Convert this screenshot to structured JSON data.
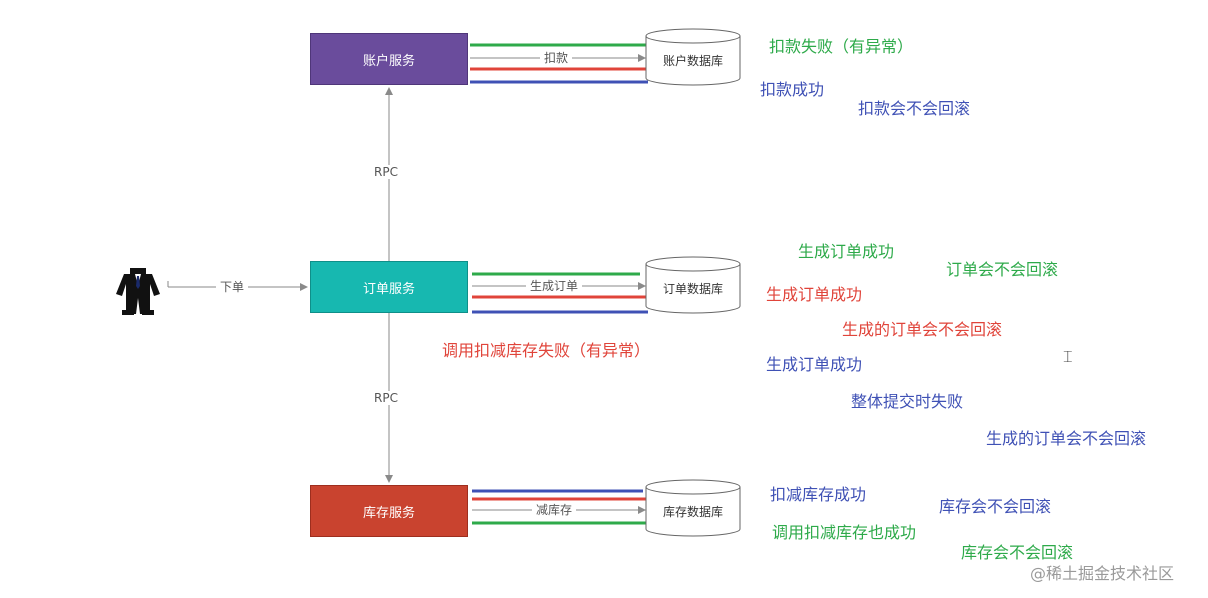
{
  "services": {
    "account": "账户服务",
    "order": "订单服务",
    "stock": "库存服务"
  },
  "databases": {
    "account": "账户数据库",
    "order": "订单数据库",
    "stock": "库存数据库"
  },
  "edges": {
    "place_order": "下单",
    "rpc_up": "RPC",
    "rpc_down": "RPC",
    "deduct_payment": "扣款",
    "create_order": "生成订单",
    "reduce_stock": "减库存"
  },
  "notes": {
    "account_fail": "扣款失败（有异常）",
    "account_success": "扣款成功",
    "account_no_rollback": "扣款会不会回滚",
    "order_success_green": "生成订单成功",
    "order_no_rollback_green": "订单会不会回滚",
    "order_success_red": "生成订单成功",
    "order_no_rollback_red": "生成的订单会不会回滚",
    "stock_call_fail": "调用扣减库存失败（有异常）",
    "order_success_blue": "生成订单成功",
    "commit_fail": "整体提交时失败",
    "order_no_rollback_blue": "生成的订单会不会回滚",
    "stock_success_blue": "扣减库存成功",
    "stock_no_rollback_blue": "库存会不会回滚",
    "stock_call_success": "调用扣减库存也成功",
    "stock_no_rollback_green": "库存会不会回滚"
  },
  "colors": {
    "green": "#2eaa4a",
    "red": "#e0443a",
    "blue": "#3f51b5",
    "account": "#6a4c9c",
    "order": "#17b8b0",
    "stock": "#c9432f"
  },
  "icons": {
    "user": "business-person-icon",
    "cursor": "text-cursor-icon"
  },
  "watermark": "@稀土掘金技术社区"
}
